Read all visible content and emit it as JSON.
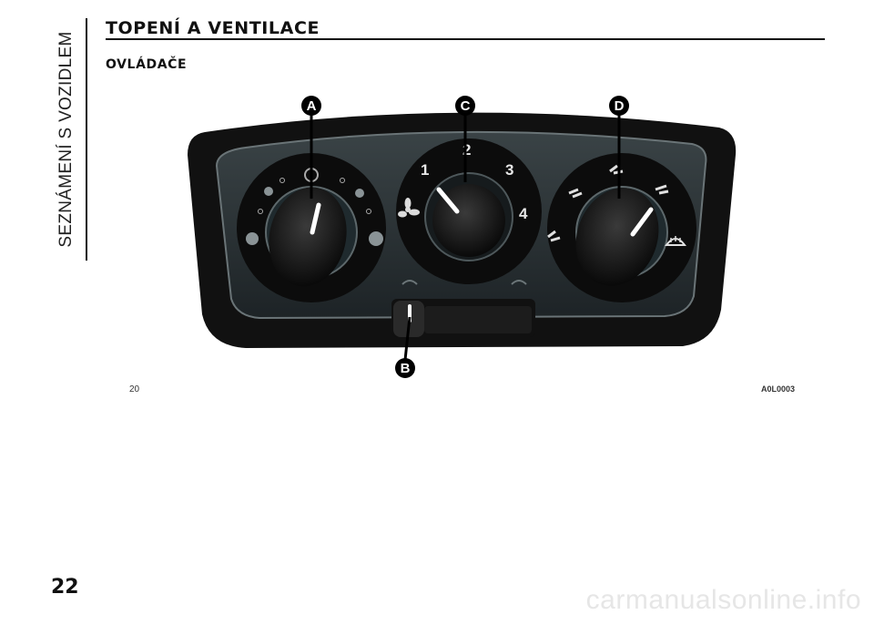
{
  "section_label": "SEZNÁMENÍ S VOZIDLEM",
  "title": "TOPENÍ A VENTILACE",
  "subtitle": "OVLÁDAČE",
  "figure": {
    "number": "20",
    "code": "A0L0003",
    "callouts": [
      "A",
      "C",
      "D",
      "B"
    ],
    "fan_speeds": [
      "1",
      "2",
      "3",
      "4"
    ]
  },
  "page_number": "22",
  "watermark": "carmanualsonline.info"
}
